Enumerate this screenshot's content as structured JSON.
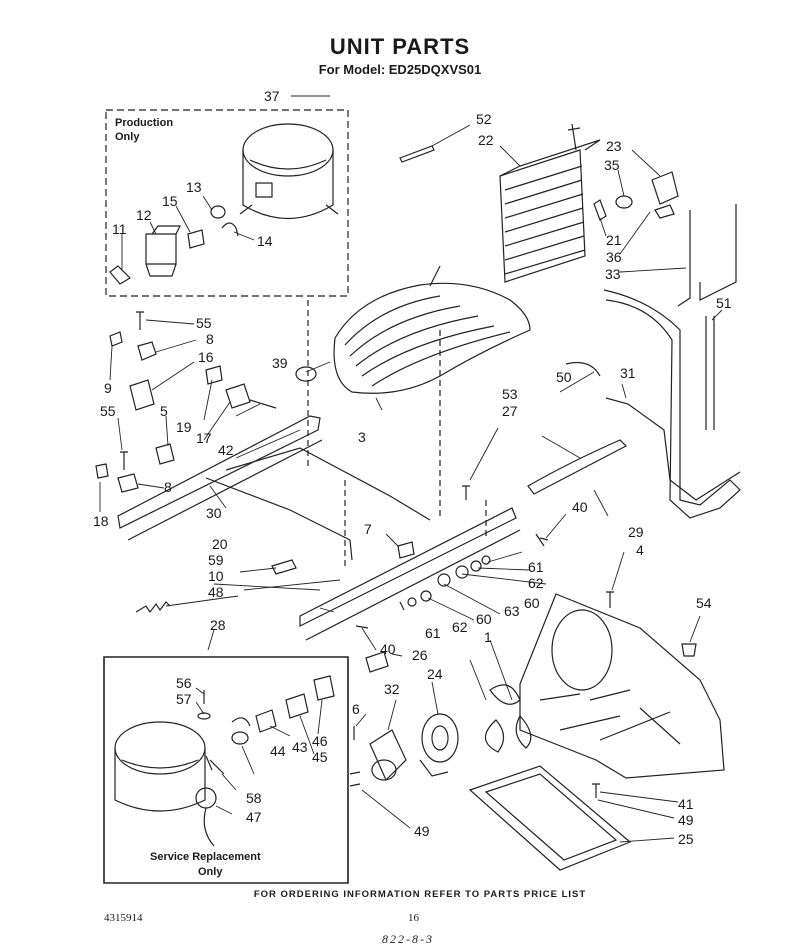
{
  "header": {
    "title": "UNIT PARTS",
    "subtitle": "For Model: ED25DQXVS01"
  },
  "boxes": {
    "production": {
      "label_line1": "Production",
      "label_line2": "Only"
    },
    "service": {
      "label_line1": "Service Replacement",
      "label_line2": "Only"
    }
  },
  "callouts": {
    "n1": "1",
    "n3": "3",
    "n4": "4",
    "n5": "5",
    "n6": "6",
    "n7": "7",
    "n8a": "8",
    "n8b": "8",
    "n9": "9",
    "n10": "10",
    "n11": "11",
    "n12": "12",
    "n13": "13",
    "n14": "14",
    "n15": "15",
    "n16": "16",
    "n17": "17",
    "n18": "18",
    "n19": "19",
    "n20": "20",
    "n21": "21",
    "n22": "22",
    "n23": "23",
    "n24": "24",
    "n25": "25",
    "n26": "26",
    "n27": "27",
    "n28": "28",
    "n29": "29",
    "n30": "30",
    "n31": "31",
    "n32": "32",
    "n33": "33",
    "n35": "35",
    "n36": "36",
    "n37": "37",
    "n39": "39",
    "n40a": "40",
    "n40b": "40",
    "n41": "41",
    "n42": "42",
    "n43": "43",
    "n44": "44",
    "n45": "45",
    "n46": "46",
    "n47": "47",
    "n48": "48",
    "n49a": "49",
    "n49b": "49",
    "n50": "50",
    "n51": "51",
    "n52": "52",
    "n53": "53",
    "n54": "54",
    "n55a": "55",
    "n55b": "55",
    "n56": "56",
    "n57": "57",
    "n58": "58",
    "n59": "59",
    "n60a": "60",
    "n60b": "60",
    "n61a": "61",
    "n61b": "61",
    "n62a": "62",
    "n62b": "62",
    "n63": "63"
  },
  "footer": {
    "note": "FOR ORDERING INFORMATION REFER TO PARTS PRICE LIST",
    "doc_number": "4315914",
    "page_number": "16",
    "handwritten": "822-8-3"
  }
}
